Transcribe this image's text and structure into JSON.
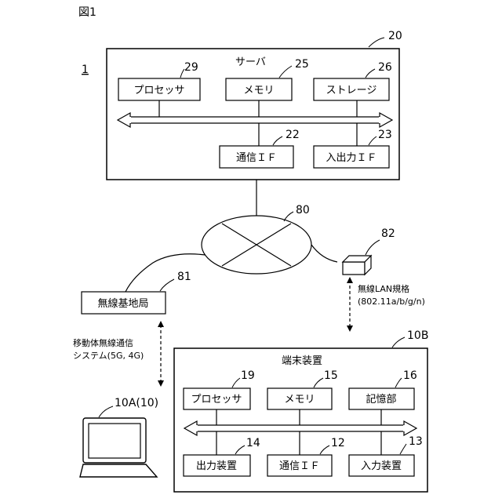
{
  "figure_label": "図1",
  "system_ref": "1",
  "server": {
    "title": "サーバ",
    "ref": "20",
    "processor": {
      "label": "プロセッサ",
      "ref": "29"
    },
    "memory": {
      "label": "メモリ",
      "ref": "25"
    },
    "storage": {
      "label": "ストレージ",
      "ref": "26"
    },
    "comm_if": {
      "label": "通信ＩＦ",
      "ref": "22"
    },
    "io_if": {
      "label": "入出力ＩＦ",
      "ref": "23"
    }
  },
  "network": {
    "ref": "80"
  },
  "access_point": {
    "ref": "82",
    "caption_line1": "無線LAN規格",
    "caption_line2": "(802.11a/b/g/n)"
  },
  "base_station": {
    "label": "無線基地局",
    "ref": "81"
  },
  "mobile_comm": {
    "line1": "移動体無線通信",
    "line2": "システム(5G, 4G)"
  },
  "laptop": {
    "ref": "10A(10)"
  },
  "terminal": {
    "title": "端末装置",
    "ref": "10B",
    "processor": {
      "label": "プロセッサ",
      "ref": "19"
    },
    "memory": {
      "label": "メモリ",
      "ref": "15"
    },
    "storage": {
      "label": "記憶部",
      "ref": "16"
    },
    "output": {
      "label": "出力装置",
      "ref": "14"
    },
    "comm_if": {
      "label": "通信ＩＦ",
      "ref": "12"
    },
    "input": {
      "label": "入力装置",
      "ref": "13"
    }
  }
}
